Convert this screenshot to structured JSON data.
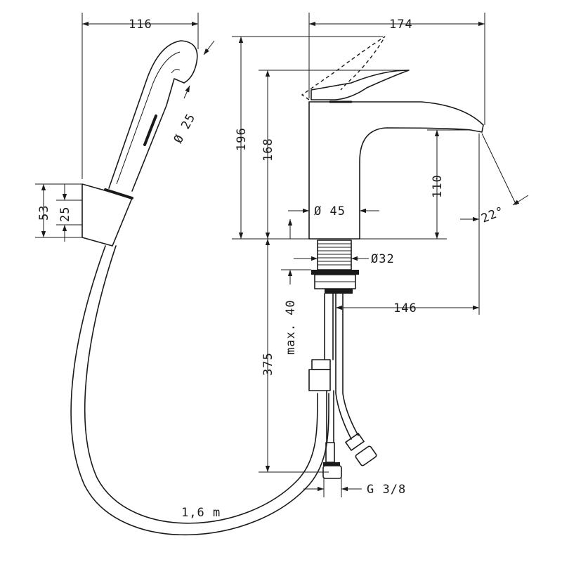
{
  "dimensions": {
    "shower_width": "116",
    "spout_reach": "174",
    "height_total": "196",
    "height_lever": "168",
    "spout_height": "110",
    "body_diameter": "Ø 45",
    "shank_diameter": "Ø32",
    "handshower_diameter": "Ø 25",
    "holder_height": "53",
    "holder_inner": "25",
    "spout_angle": "22°",
    "max_deck": "max. 40",
    "hose_length_under": "375",
    "spout_projection": "146",
    "thread": "G 3/8",
    "shower_hose": "1,6 m"
  }
}
